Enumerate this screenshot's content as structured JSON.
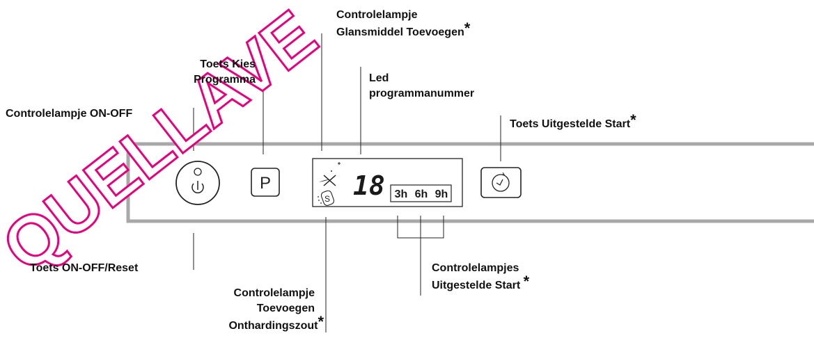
{
  "labels": {
    "glansmiddel_line1": "Controlelampje",
    "glansmiddel_line2": "Glansmiddel Toevoegen",
    "kies_line1": "Toets Kies",
    "kies_line2": "Programma",
    "led_line1": "Led",
    "led_line2": "programmanummer",
    "onoff_lamp": "Controlelampje ON-OFF",
    "uitgestelde_start": "Toets Uitgestelde Start",
    "onoff_reset": "Toets ON-OFF/Reset",
    "lampjes_line1": "Controlelampjes",
    "lampjes_line2": "Uitgestelde Start",
    "zout_line1": "Controlelampje",
    "zout_line2": "Toevoegen",
    "zout_line3": "Onthardingszout",
    "asterisk": "*"
  },
  "panel": {
    "program_button_letter": "P",
    "digit_display": "18",
    "delay_times": [
      "3h",
      "6h",
      "9h"
    ],
    "salt_icon_letter": "S"
  },
  "watermark": {
    "text": "QUELLAVE",
    "color": "#e6007e"
  }
}
